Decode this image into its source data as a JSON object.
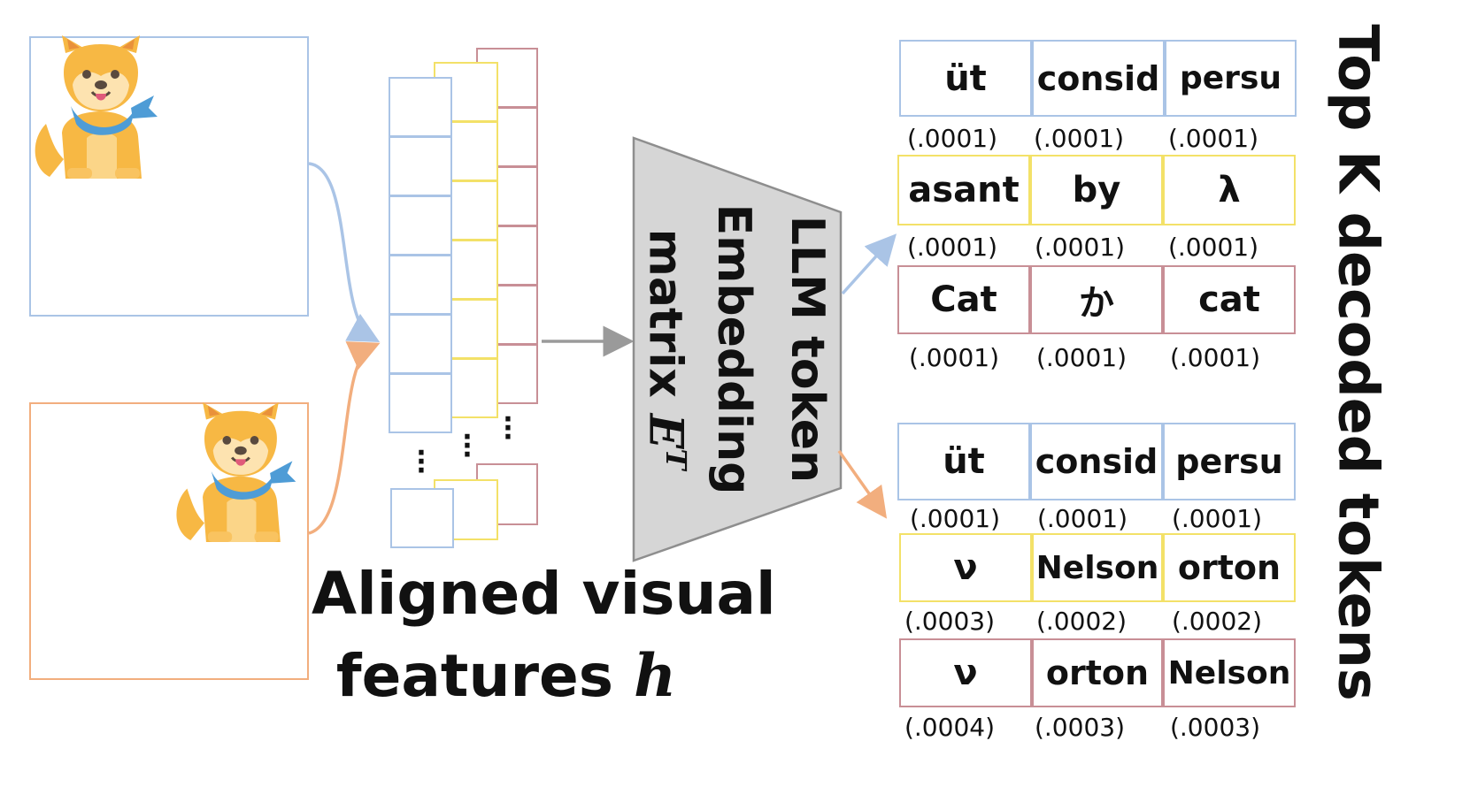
{
  "colors": {
    "blue": "#aac4e6",
    "orange": "#f2ae7e",
    "yellow": "#f3e168",
    "red": "#c88f96",
    "trapezoid_fill": "#d6d6d6",
    "trapezoid_stroke": "#8e8e8e",
    "arrow_gray": "#9a9a9a",
    "dog_body": "#f7b844",
    "dog_light": "#fbd588",
    "scarf": "#4e9cd6"
  },
  "icons": [
    "dog-icon",
    "dog-icon"
  ],
  "caption": {
    "line1": "Aligned visual",
    "line2_prefix": "features",
    "line2_symbol": "h"
  },
  "embedding": {
    "line1": "LLM token",
    "line2": "Embedding",
    "line3_prefix": "matrix",
    "line3_symbol": "E",
    "line3_sup": "T"
  },
  "side_title": "Top K decoded tokens",
  "groups": [
    {
      "rows": [
        {
          "tokens": [
            "üt",
            "consid",
            "persu"
          ],
          "probs": [
            "(.0001)",
            "(.0001)",
            "(.0001)"
          ]
        },
        {
          "tokens": [
            "asant",
            "by",
            "λ"
          ],
          "probs": [
            "(.0001)",
            "(.0001)",
            "(.0001)"
          ]
        },
        {
          "tokens": [
            "Cat",
            "か",
            "cat"
          ],
          "probs": [
            "(.0001)",
            "(.0001)",
            "(.0001)"
          ]
        }
      ]
    },
    {
      "rows": [
        {
          "tokens": [
            "üt",
            "consid",
            "persu"
          ],
          "probs": [
            "(.0001)",
            "(.0001)",
            "(.0001)"
          ]
        },
        {
          "tokens": [
            "ν",
            "Nelson",
            "orton"
          ],
          "probs": [
            "(.0003)",
            "(.0002)",
            "(.0002)"
          ]
        },
        {
          "tokens": [
            "ν",
            "orton",
            "Nelson"
          ],
          "probs": [
            "(.0004)",
            "(.0003)",
            "(.0003)"
          ]
        }
      ]
    }
  ]
}
